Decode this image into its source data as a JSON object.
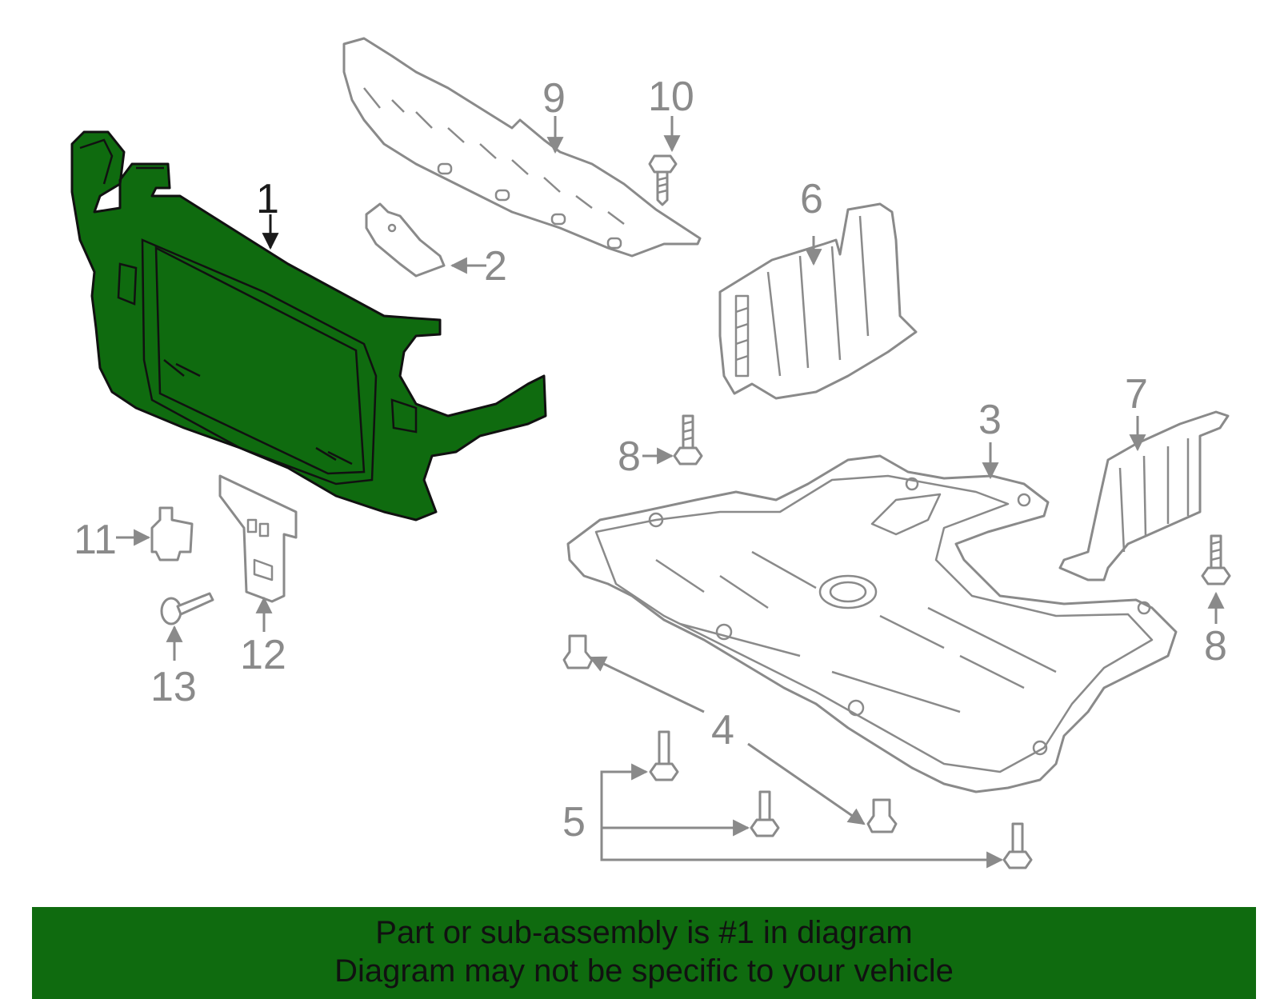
{
  "colors": {
    "highlight": "#0f6b0f",
    "line": "#8a8a8a",
    "banner_bg": "#0f6b0f"
  },
  "diagram": {
    "highlighted_part": "1",
    "callouts": {
      "c1": "1",
      "c2": "2",
      "c3": "3",
      "c4": "4",
      "c5": "5",
      "c6": "6",
      "c7": "7",
      "c8a": "8",
      "c8b": "8",
      "c9": "9",
      "c10": "10",
      "c11": "11",
      "c12": "12",
      "c13": "13"
    }
  },
  "banner": {
    "line1": "Part or sub-assembly is #1 in diagram",
    "line2": "Diagram may not be specific to your vehicle"
  }
}
